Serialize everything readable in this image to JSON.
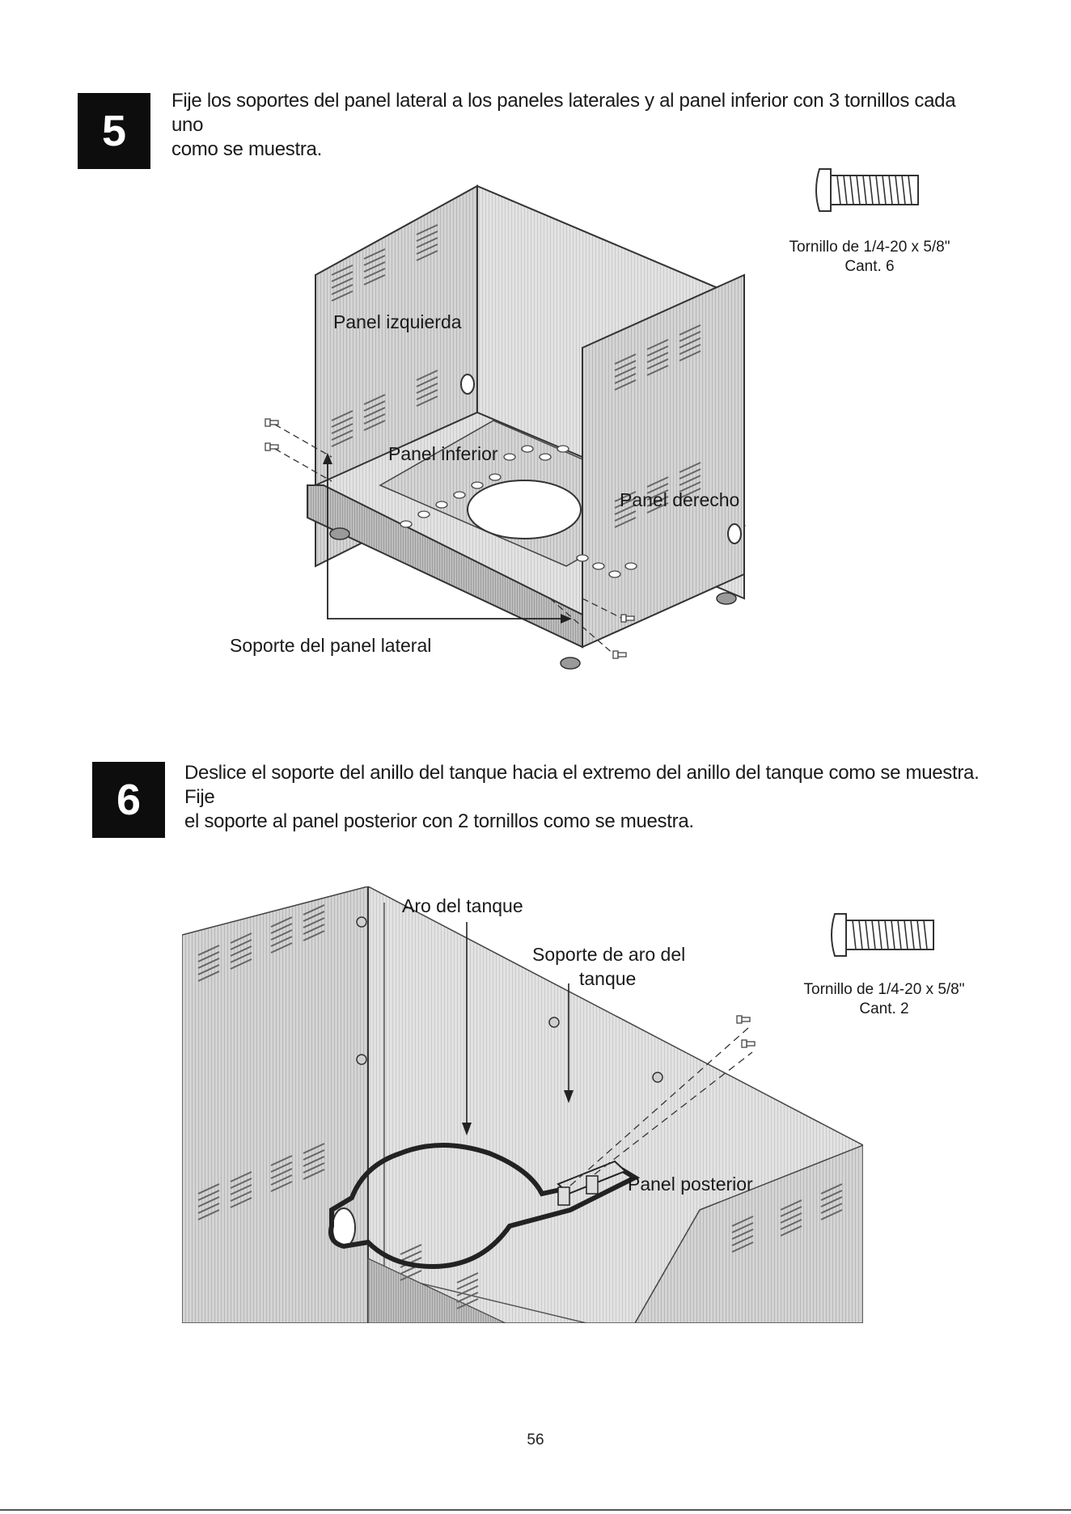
{
  "step5": {
    "number": "5",
    "instruction_line1": "Fije los soportes del panel lateral a los paneles laterales y al panel inferior con 3 tornillos cada uno",
    "instruction_line2": "como se muestra.",
    "screw_label": "Tornillo de 1/4-20 x 5/8\"",
    "screw_qty": "Cant. 6",
    "labels": {
      "left_panel": "Panel izquierda",
      "bottom_panel": "Panel inferior",
      "right_panel": "Panel derecho",
      "side_bracket": "Soporte del panel lateral"
    }
  },
  "step6": {
    "number": "6",
    "instruction_line1": "Deslice el soporte del anillo del tanque hacia el extremo del anillo del tanque como se muestra. Fije",
    "instruction_line2": "el soporte al panel posterior con 2 tornillos como se muestra.",
    "screw_label": "Tornillo de 1/4-20 x 5/8\"",
    "screw_qty": "Cant. 2",
    "labels": {
      "tank_ring": "Aro del tanque",
      "ring_bracket_line1": "Soporte de aro del",
      "ring_bracket_line2": "tanque",
      "back_panel": "Panel posterior"
    }
  },
  "page_number": "56"
}
